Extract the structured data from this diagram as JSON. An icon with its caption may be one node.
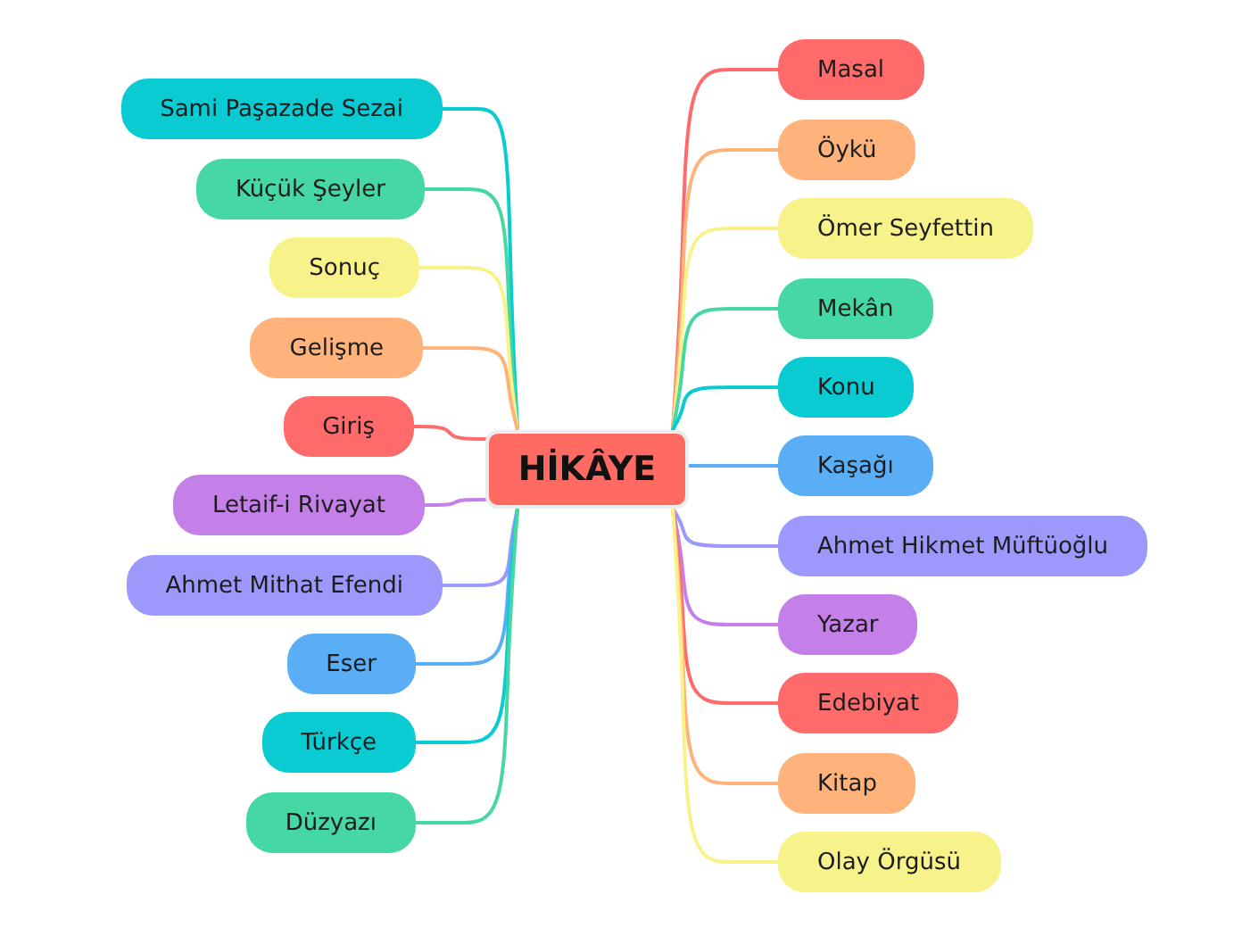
{
  "diagram": {
    "nodes": [
      {
        "text": [
          "HİKÂYE"
        ]
      },
      {
        "text": [
          "Sami Paşazade Sezai"
        ]
      },
      {
        "text": [
          "Küçük Şeyler"
        ]
      },
      {
        "text": [
          "Sonuç"
        ]
      },
      {
        "text": [
          "Gelişme"
        ]
      },
      {
        "text": [
          "Giriş"
        ]
      },
      {
        "text": [
          "Letaif-i Rivayat"
        ]
      },
      {
        "text": [
          "Ahmet Mithat Efendi"
        ]
      },
      {
        "text": [
          "Eser"
        ]
      },
      {
        "text": [
          "Türkçe"
        ]
      },
      {
        "text": [
          "Düzyazı"
        ]
      },
      {
        "text": [
          "Masal"
        ]
      },
      {
        "text": [
          "Öykü"
        ]
      },
      {
        "text": [
          "Ömer Seyfettin"
        ]
      },
      {
        "text": [
          "Mekân"
        ]
      },
      {
        "text": [
          "Konu"
        ]
      },
      {
        "text": [
          "Kaşağı"
        ]
      },
      {
        "text": [
          "Ahmet Hikmet Müftüoğlu"
        ]
      },
      {
        "text": [
          "Yazar"
        ]
      },
      {
        "text": [
          "Edebiyat"
        ]
      },
      {
        "text": [
          "Kitap"
        ]
      },
      {
        "text": [
          "Olay Örgüsü"
        ]
      }
    ],
    "edges": [
      {
        "from": 0,
        "to": 1,
        "arrow": "none",
        "color": "#0acbd2"
      },
      {
        "from": 0,
        "to": 2,
        "arrow": "none",
        "color": "#45d7a4"
      },
      {
        "from": 0,
        "to": 3,
        "arrow": "none",
        "color": "#f8f28b"
      },
      {
        "from": 0,
        "to": 4,
        "arrow": "none",
        "color": "#ffb37b"
      },
      {
        "from": 0,
        "to": 5,
        "arrow": "none",
        "color": "#ff6b6b"
      },
      {
        "from": 0,
        "to": 6,
        "arrow": "none",
        "color": "#c57fe8"
      },
      {
        "from": 0,
        "to": 7,
        "arrow": "none",
        "color": "#9d98fc"
      },
      {
        "from": 0,
        "to": 8,
        "arrow": "none",
        "color": "#5aaef6"
      },
      {
        "from": 0,
        "to": 9,
        "arrow": "none",
        "color": "#0acbd2"
      },
      {
        "from": 0,
        "to": 10,
        "arrow": "none",
        "color": "#45d7a4"
      },
      {
        "from": 0,
        "to": 11,
        "arrow": "none",
        "color": "#ff6b6b"
      },
      {
        "from": 0,
        "to": 12,
        "arrow": "none",
        "color": "#ffb37b"
      },
      {
        "from": 0,
        "to": 13,
        "arrow": "none",
        "color": "#f8f28b"
      },
      {
        "from": 0,
        "to": 14,
        "arrow": "none",
        "color": "#45d7a4"
      },
      {
        "from": 0,
        "to": 15,
        "arrow": "none",
        "color": "#0acbd2"
      },
      {
        "from": 0,
        "to": 16,
        "arrow": "none",
        "color": "#5aaef6"
      },
      {
        "from": 0,
        "to": 17,
        "arrow": "none",
        "color": "#9d98fc"
      },
      {
        "from": 0,
        "to": 18,
        "arrow": "none",
        "color": "#c57fe8"
      },
      {
        "from": 0,
        "to": 19,
        "arrow": "none",
        "color": "#ff6b6b"
      },
      {
        "from": 0,
        "to": 20,
        "arrow": "none",
        "color": "#ffb37b"
      },
      {
        "from": 0,
        "to": 21,
        "arrow": "none",
        "color": "#f8f28b"
      }
    ]
  }
}
